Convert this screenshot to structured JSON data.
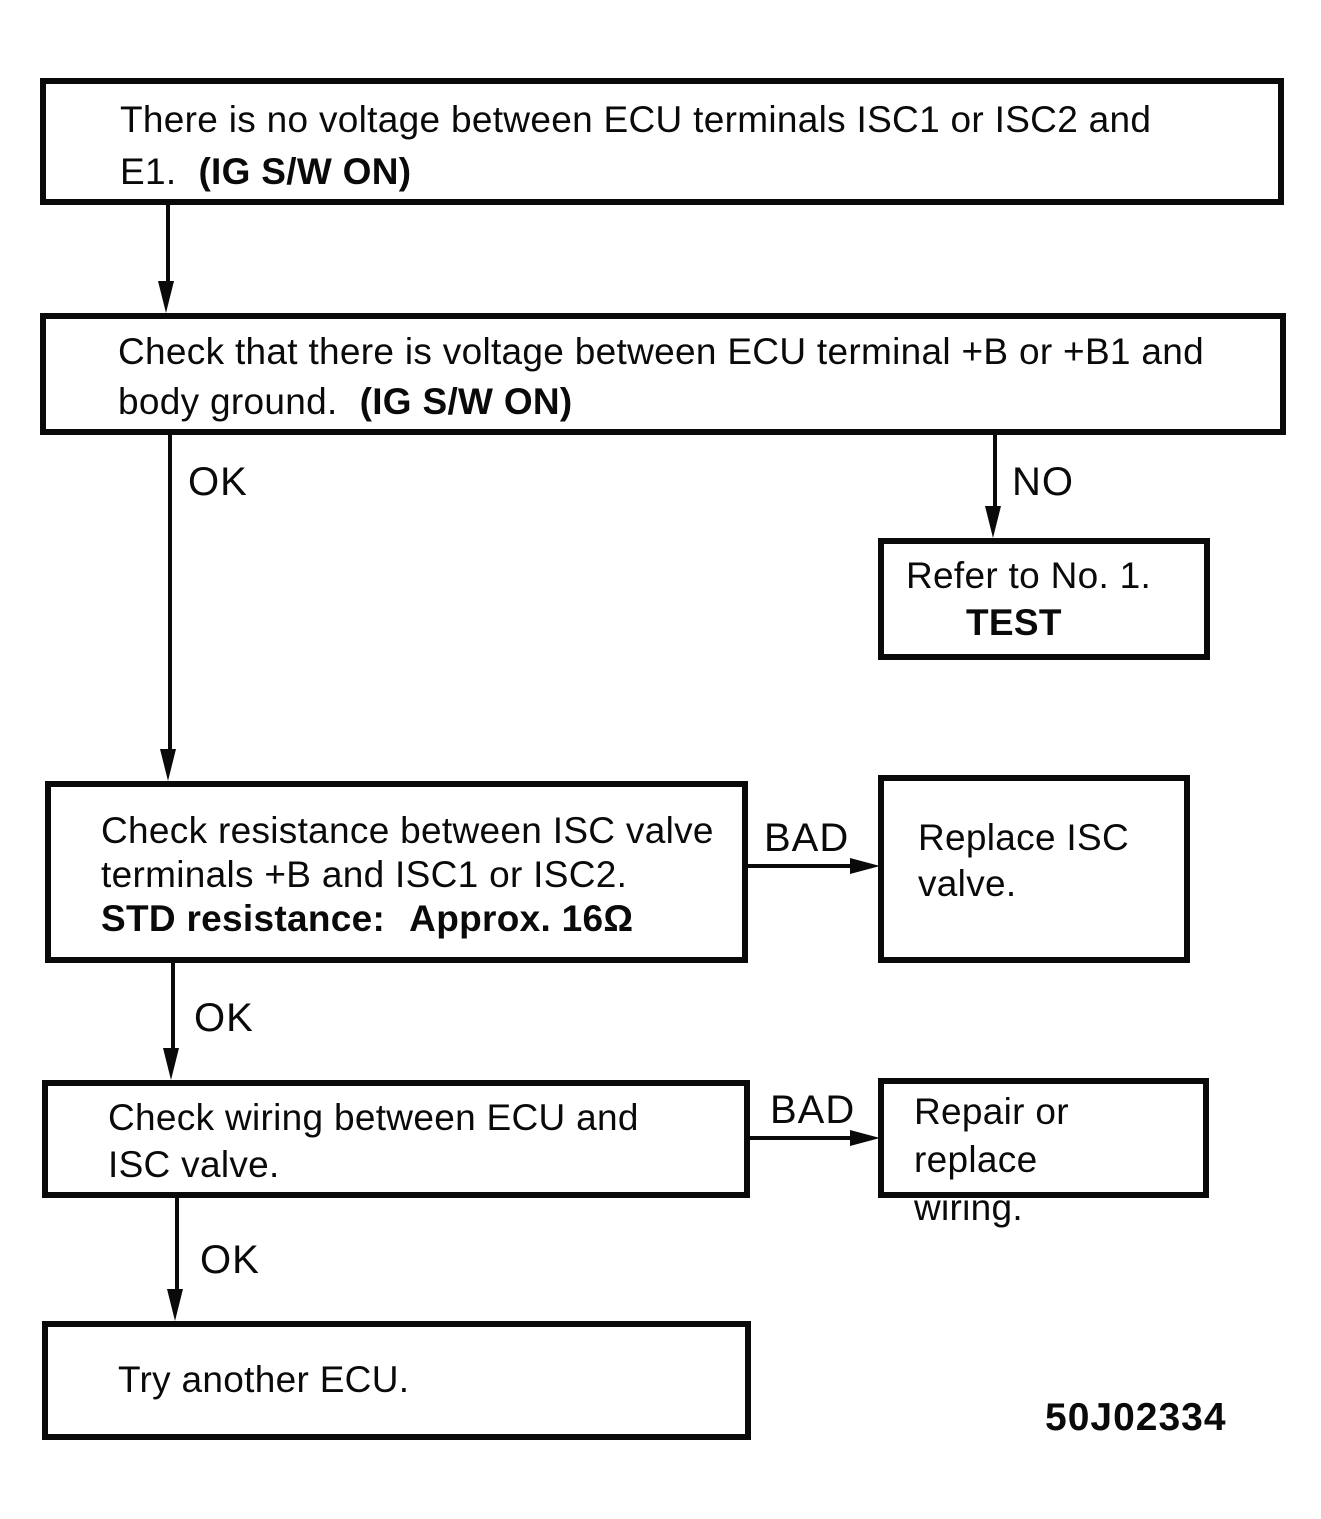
{
  "colors": {
    "ink": "#0a0a0a",
    "paper": "#ffffff"
  },
  "figure_code": "50J02334",
  "nodes": {
    "step1": {
      "line1": "There is no voltage between ECU terminals ISC1 or ISC2 and",
      "line2_prefix": "E1.",
      "line2_bold": "(IG S/W ON)"
    },
    "step2": {
      "line1": "Check that there is voltage between ECU terminal +B or +B1 and",
      "line2_prefix": "body ground.",
      "line2_bold": "(IG S/W ON)"
    },
    "refer_test": {
      "line1": "Refer to No. 1.",
      "line2": "TEST"
    },
    "step3": {
      "line1": "Check resistance between ISC valve",
      "line2": "terminals +B and ISC1 or ISC2.",
      "line3_label": "STD resistance:",
      "line3_value": "Approx. 16Ω"
    },
    "replace_valve": {
      "line1": "Replace ISC",
      "line2": "valve."
    },
    "step4": {
      "line1": "Check wiring between ECU and",
      "line2": "ISC valve."
    },
    "repair_wiring": {
      "line1": "Repair or replace",
      "line2": "wiring."
    },
    "step5": {
      "line1": "Try another ECU."
    }
  },
  "edge_labels": {
    "ok1": "OK",
    "no1": "NO",
    "bad1": "BAD",
    "ok2": "OK",
    "bad2": "BAD",
    "ok3": "OK"
  }
}
